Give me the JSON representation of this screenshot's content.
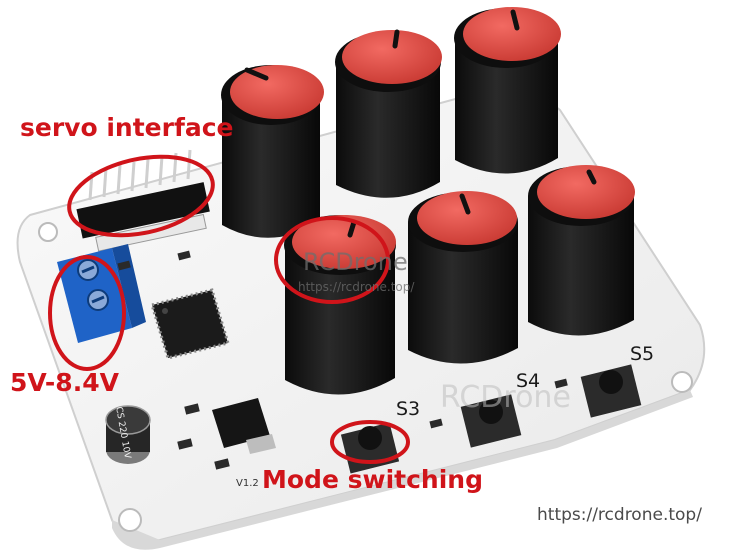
{
  "annotations": {
    "servo_interface": "servo interface",
    "power_input": "5V-8.4V",
    "mode_switching": "Mode switching"
  },
  "board": {
    "switch_labels": [
      "S3",
      "S4",
      "S5"
    ],
    "version": "V1.2",
    "capacitor_text": "CS 220 10V"
  },
  "watermarks": {
    "brand": "RCDrone",
    "brand_url": "https://rcdrone.top/",
    "footer_url": "https://rcdrone.top/"
  },
  "colors": {
    "annotation": "#d0141a",
    "knob_cap": "#e34b43",
    "knob_body": "#151515",
    "pcb": "#f4f4f4",
    "terminal_block": "#1f63c7"
  }
}
